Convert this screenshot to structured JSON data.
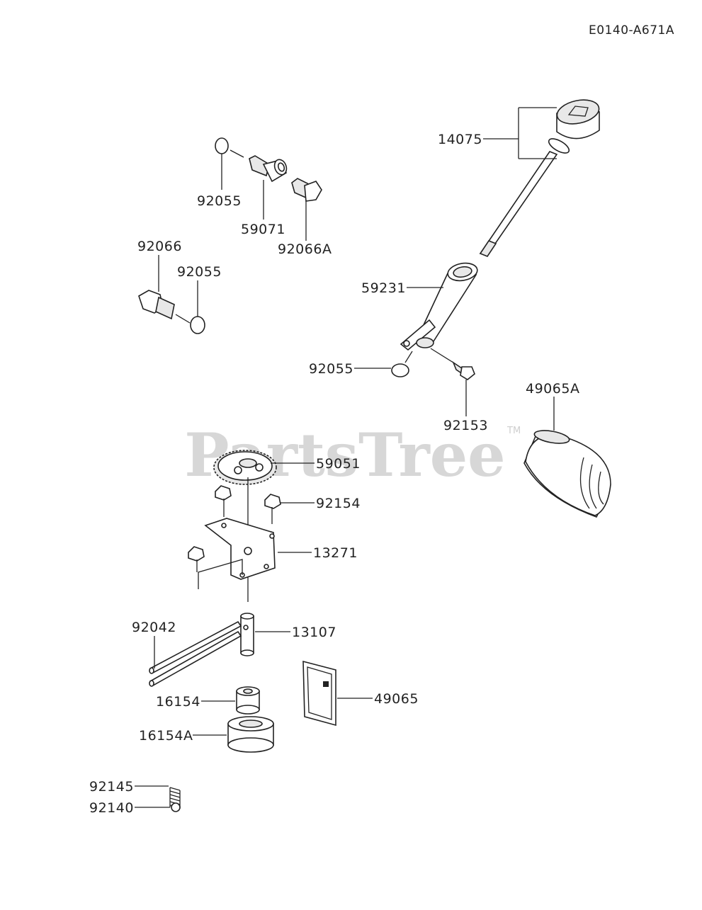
{
  "diagram_code": "E0140-A671A",
  "watermark": {
    "brand": "PartsTree",
    "trademark": "TM"
  },
  "callouts": [
    {
      "id": "c-14075",
      "label": "14075"
    },
    {
      "id": "c-92055-a",
      "label": "92055"
    },
    {
      "id": "c-59071",
      "label": "59071"
    },
    {
      "id": "c-92066a",
      "label": "92066A"
    },
    {
      "id": "c-92066",
      "label": "92066"
    },
    {
      "id": "c-92055-b",
      "label": "92055"
    },
    {
      "id": "c-59231",
      "label": "59231"
    },
    {
      "id": "c-92055-c",
      "label": "92055"
    },
    {
      "id": "c-92153",
      "label": "92153"
    },
    {
      "id": "c-49065a",
      "label": "49065A"
    },
    {
      "id": "c-59051",
      "label": "59051"
    },
    {
      "id": "c-92154",
      "label": "92154"
    },
    {
      "id": "c-13271",
      "label": "13271"
    },
    {
      "id": "c-92042",
      "label": "92042"
    },
    {
      "id": "c-13107",
      "label": "13107"
    },
    {
      "id": "c-16154",
      "label": "16154"
    },
    {
      "id": "c-49065",
      "label": "49065"
    },
    {
      "id": "c-16154a",
      "label": "16154A"
    },
    {
      "id": "c-92145",
      "label": "92145"
    },
    {
      "id": "c-92140",
      "label": "92140"
    }
  ]
}
